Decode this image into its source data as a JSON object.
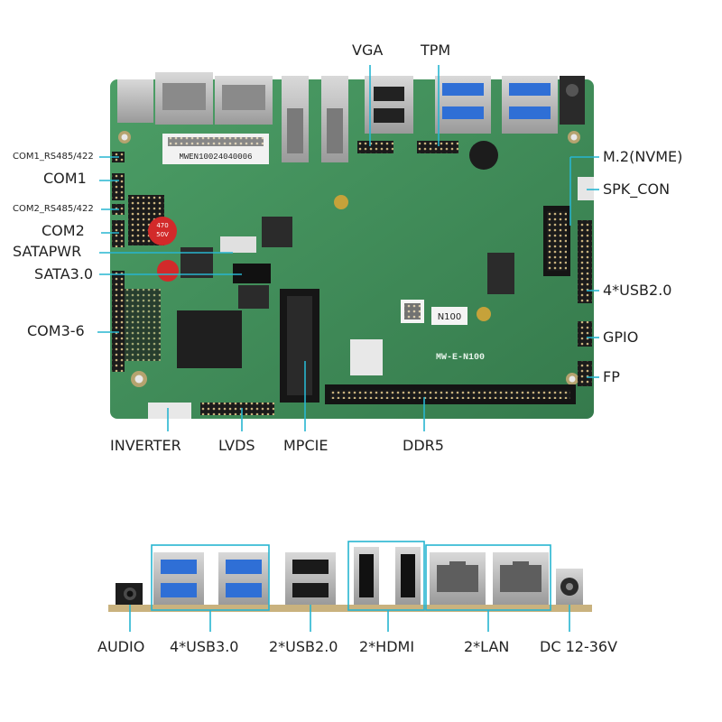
{
  "board": {
    "sticker_text": "MWEN10024040006",
    "silk_model": "MW-E-N100",
    "cpu_tag": "N100",
    "cap_text_1": "470",
    "cap_text_2": "50V"
  },
  "labels": {
    "vga": "VGA",
    "tpm": "TPM",
    "com1_rs": "COM1_RS485/422",
    "com1": "COM1",
    "com2_rs": "COM2_RS485/422",
    "com2": "COM2",
    "satapwr": "SATAPWR",
    "sata3": "SATA3.0",
    "com3_6": "COM3-6",
    "m2": "M.2(NVME)",
    "spk": "SPK_CON",
    "usb20_4": "4*USB2.0",
    "gpio": "GPIO",
    "fp": "FP",
    "inverter": "INVERTER",
    "lvds": "LVDS",
    "mpcie": "MPCIE",
    "ddr5": "DDR5",
    "audio": "AUDIO",
    "usb30_4": "4*USB3.0",
    "usb20_2": "2*USB2.0",
    "hdmi_2": "2*HDMI",
    "lan_2": "2*LAN",
    "dc": "DC 12-36V"
  },
  "colors": {
    "pcb": "#3f8f5b",
    "pcb_dark": "#2f7347",
    "leader": "#27b5d0",
    "usb3_blue": "#2f6fd6",
    "rail": "#c9b27e"
  }
}
